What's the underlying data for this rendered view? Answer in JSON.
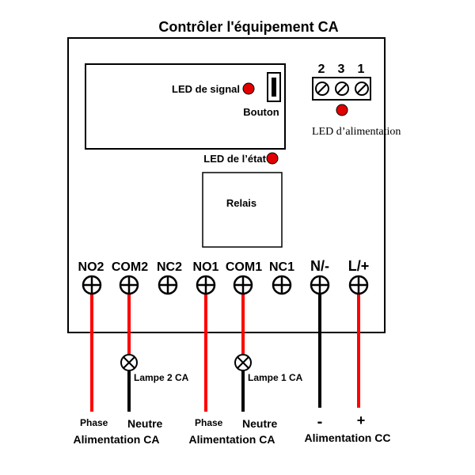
{
  "title": "Contrôler l'équipement CA",
  "board": {
    "led_signal": "LED de signal",
    "button": "Bouton",
    "led_state": "LED de l’état",
    "relay": "Relais",
    "power_led": "LED d’alimentation",
    "power_terminal_numbers": [
      "2",
      "3",
      "1"
    ]
  },
  "terminals": [
    "NO2",
    "COM2",
    "NC2",
    "NO1",
    "COM1",
    "NC1",
    "N/-",
    "L/+"
  ],
  "lamps": [
    "Lampe 2 CA",
    "Lampe 1 CA"
  ],
  "wire_labels": {
    "phase2": "Phase",
    "neutre2": "Neutre",
    "phase1": "Phase",
    "neutre1": "Neutre",
    "minus": "-",
    "plus": "+"
  },
  "supplies": [
    "Alimentation CA",
    "Alimentation CA",
    "Alimentation CC"
  ],
  "colors": {
    "live": "#ff0000",
    "neutral": "#000000",
    "led": "#e00000"
  }
}
